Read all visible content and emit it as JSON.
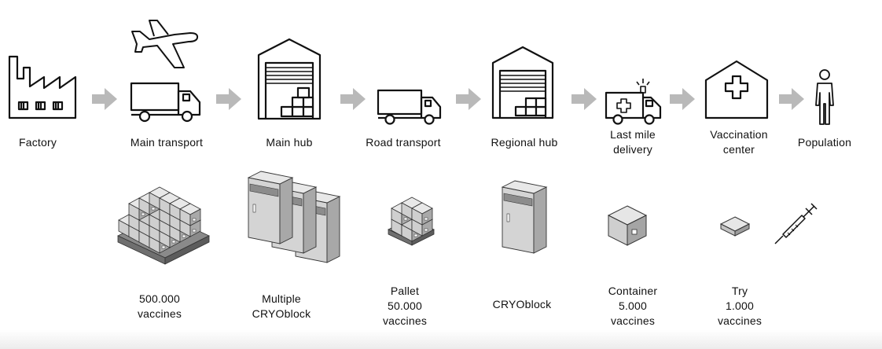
{
  "stages": [
    {
      "id": "factory",
      "label": "Factory"
    },
    {
      "id": "main-transport",
      "label": "Main transport"
    },
    {
      "id": "main-hub",
      "label": "Main hub"
    },
    {
      "id": "road-transport",
      "label": "Road transport"
    },
    {
      "id": "regional-hub",
      "label": "Regional hub"
    },
    {
      "id": "last-mile",
      "label": "Last mile\ndelivery"
    },
    {
      "id": "vaccination-center",
      "label": "Vaccination\ncenter"
    },
    {
      "id": "population",
      "label": "Population"
    }
  ],
  "units": [
    {
      "id": "stacked-pallets",
      "label": "500.000\nvaccines"
    },
    {
      "id": "multiple-cryoblock",
      "label": "Multiple\nCRYOblock"
    },
    {
      "id": "pallet",
      "label": "Pallet\n50.000\nvaccines"
    },
    {
      "id": "cryoblock",
      "label": "CRYOblock"
    },
    {
      "id": "container",
      "label": "Container\n5.000\nvaccines"
    },
    {
      "id": "tray",
      "label": "Try\n1.000\nvaccines"
    }
  ],
  "colors": {
    "arrow": "#b9b9b9",
    "line": "#111111",
    "box_light": "#e6e6e6",
    "box_mid": "#c8c8c8",
    "box_dark": "#9a9a9a"
  }
}
